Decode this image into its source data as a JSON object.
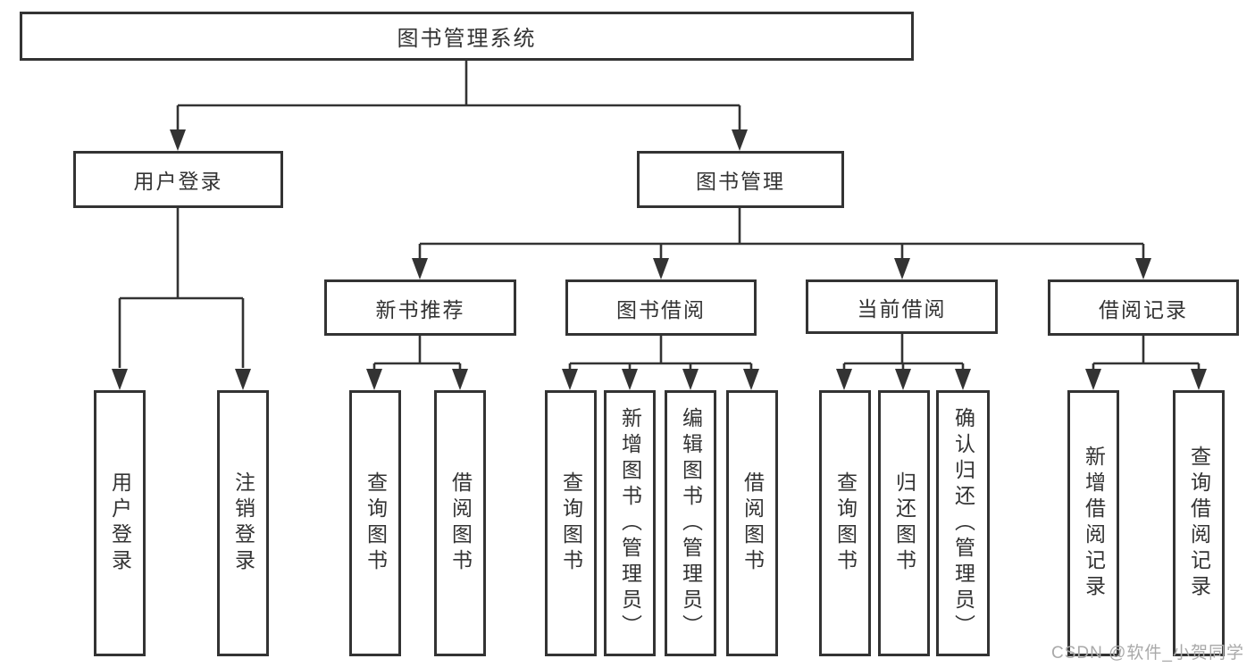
{
  "title": "图书管理系统",
  "watermark": "CSDN @软件_小贺同学",
  "colors": {
    "line": "#333333",
    "text": "#333333",
    "box_background": "#ffffff",
    "page_background": "#ffffff",
    "watermark": "#a9a9a9"
  },
  "level2": {
    "user_login": "用户登录",
    "book_mgmt": "图书管理"
  },
  "level3": {
    "new_book_rec": "新书推荐",
    "book_borrow": "图书借阅",
    "current_borrow": "当前借阅",
    "borrow_record": "借阅记录"
  },
  "leaves": {
    "user_login": "用户登录",
    "logout": "注销登录",
    "rec_query_books": "查询图书",
    "rec_borrow_books": "借阅图书",
    "bb_query_books": "查询图书",
    "bb_add_books_admin": "新增图书（管理员）",
    "bb_edit_books_admin": "编辑图书（管理员）",
    "bb_borrow_books": "借阅图书",
    "cur_query_books": "查询图书",
    "cur_return_books": "归还图书",
    "cur_confirm_return_admin": "确认归还（管理员）",
    "br_add_record": "新增借阅记录",
    "br_query_record": "查询借阅记录"
  }
}
